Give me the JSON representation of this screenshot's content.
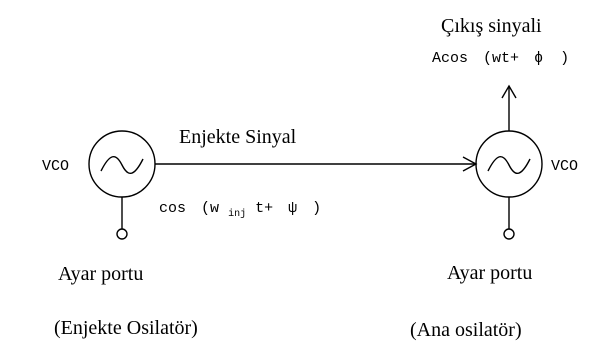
{
  "labels": {
    "output_signal_title": "Çıkış sinyali",
    "output_signal_expr_prefix": "Acos",
    "output_signal_expr_args": "(wt+",
    "output_signal_phase": "ϕ",
    "output_signal_close": ")",
    "injected_signal_label": "Enjekte Sinyal",
    "vco_left": "VCO",
    "vco_right": "VCO",
    "injected_expr_prefix": "cos",
    "injected_expr_open": "(w",
    "injected_expr_sub": "inj",
    "injected_expr_mid": "t+",
    "injected_expr_phase": "ψ",
    "injected_expr_close": ")",
    "tune_port_left": "Ayar portu",
    "tune_port_right": "Ayar portu",
    "left_caption": "(Enjekte Osilatör)",
    "right_caption": "(Ana osilatör)"
  }
}
